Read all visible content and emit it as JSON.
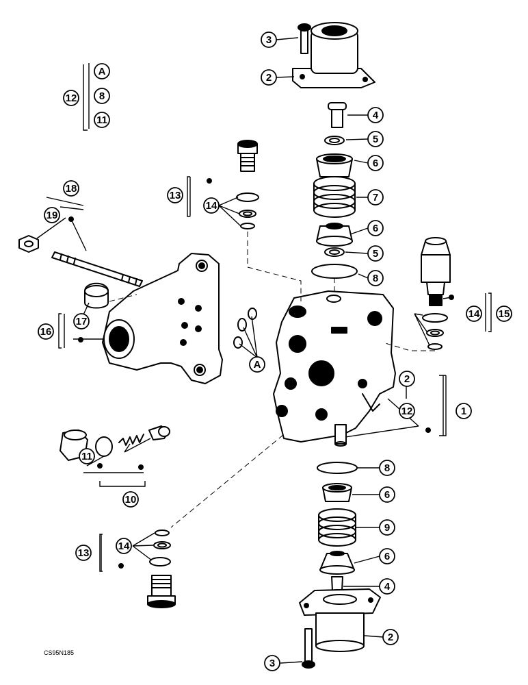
{
  "diagram": {
    "footer_code": "CS95N185",
    "callouts": [
      {
        "id": "c3-top",
        "text": "3"
      },
      {
        "id": "c2-top",
        "text": "2"
      },
      {
        "id": "c12-A",
        "text": "A"
      },
      {
        "id": "c12-8",
        "text": "8"
      },
      {
        "id": "c12-11",
        "text": "11"
      },
      {
        "id": "c12",
        "text": "12"
      },
      {
        "id": "c4-top",
        "text": "4"
      },
      {
        "id": "c5-top",
        "text": "5"
      },
      {
        "id": "c6-top",
        "text": "6"
      },
      {
        "id": "c7",
        "text": "7"
      },
      {
        "id": "c6-mid",
        "text": "6"
      },
      {
        "id": "c5-mid",
        "text": "5"
      },
      {
        "id": "c8-top",
        "text": "8"
      },
      {
        "id": "c13-top",
        "text": "13"
      },
      {
        "id": "c14-top",
        "text": "14"
      },
      {
        "id": "c18",
        "text": "18"
      },
      {
        "id": "c19",
        "text": "19"
      },
      {
        "id": "c16",
        "text": "16"
      },
      {
        "id": "c17",
        "text": "17"
      },
      {
        "id": "cA",
        "text": "A"
      },
      {
        "id": "c14-right",
        "text": "14"
      },
      {
        "id": "c15",
        "text": "15"
      },
      {
        "id": "c2-mid",
        "text": "2"
      },
      {
        "id": "c12-mid",
        "text": "12"
      },
      {
        "id": "c1",
        "text": "1"
      },
      {
        "id": "c11",
        "text": "11"
      },
      {
        "id": "c10",
        "text": "10"
      },
      {
        "id": "c8-bot",
        "text": "8"
      },
      {
        "id": "c6-bot1",
        "text": "6"
      },
      {
        "id": "c9",
        "text": "9"
      },
      {
        "id": "c6-bot2",
        "text": "6"
      },
      {
        "id": "c4-bot",
        "text": "4"
      },
      {
        "id": "c13-bot",
        "text": "13"
      },
      {
        "id": "c14-bot",
        "text": "14"
      },
      {
        "id": "c2-bot",
        "text": "2"
      },
      {
        "id": "c3-bot",
        "text": "3"
      }
    ]
  }
}
